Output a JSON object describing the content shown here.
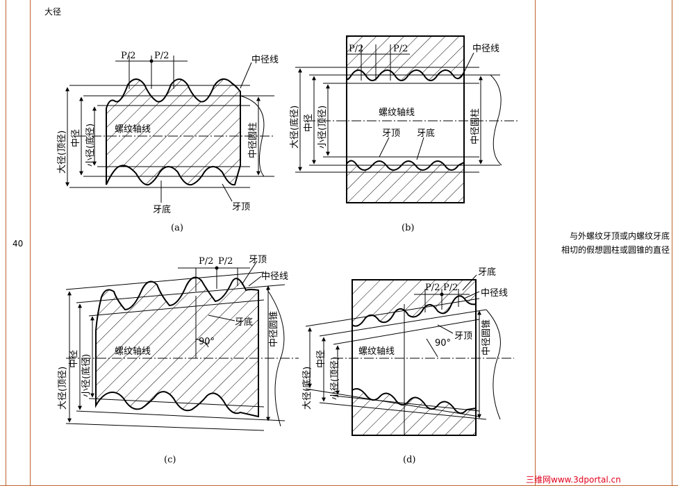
{
  "row_number": "40",
  "term": "大径",
  "definition_line1": "与外螺纹牙顶或内螺纹牙底",
  "definition_line2": "相切的假想圆柱或圆锥的直径",
  "fig_a": {
    "caption": "(a)",
    "half_pitch_1": "P/2",
    "half_pitch_2": "P/2",
    "pitch_line": "中径线",
    "major_dia": "大径(顶径)",
    "pitch_dia": "中径",
    "minor_dia": "小径(底径)",
    "axis": "螺纹轴线",
    "pitch_cyl": "中径圆柱",
    "root": "牙底",
    "crest": "牙顶"
  },
  "fig_b": {
    "caption": "(b)",
    "half_pitch_1": "P/2",
    "half_pitch_2": "P/2",
    "pitch_line": "中径线",
    "major_dia": "大径(底径)",
    "pitch_dia": "中径",
    "minor_dia": "小径(顶径)",
    "axis": "螺纹轴线",
    "pitch_cyl": "中径圆柱",
    "crest": "牙顶",
    "root": "牙底"
  },
  "fig_c": {
    "caption": "(c)",
    "half_pitch_1": "P/2",
    "half_pitch_2": "P/2",
    "crest": "牙顶",
    "pitch_line": "中径线",
    "root": "牙底",
    "angle": "90°",
    "axis": "螺纹轴线",
    "pitch_cone": "中径圆锥",
    "major_dia": "大径(顶径)",
    "pitch_dia": "中径",
    "minor_dia": "小径(底径)"
  },
  "fig_d": {
    "caption": "(d)",
    "root": "牙底",
    "half_pitch_1": "P/2",
    "half_pitch_2": "P/2",
    "pitch_line": "中径线",
    "pitch_cone": "中径圆锥",
    "crest": "牙顶",
    "angle": "90°",
    "axis": "螺纹轴线",
    "major_dia": "大径(底径)",
    "pitch_dia": "中径",
    "minor_dia": "小径(顶径)"
  },
  "watermark": "三维网www.3dportal.cn"
}
